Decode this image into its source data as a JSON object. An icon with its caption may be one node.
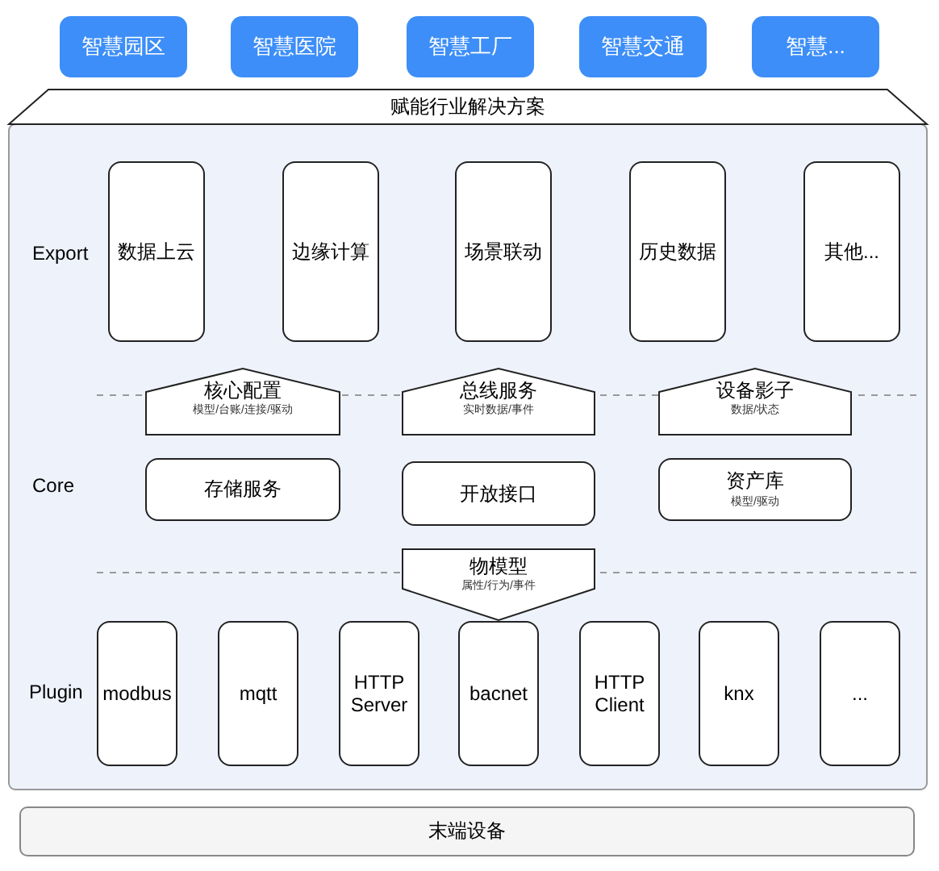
{
  "diagram": {
    "nodes": [
      {
        "text": [
          "智慧园区"
        ]
      },
      {
        "text": [
          "智慧医院"
        ]
      },
      {
        "text": [
          "智慧工厂"
        ]
      },
      {
        "text": [
          "智慧交通"
        ]
      },
      {
        "text": [
          "智慧..."
        ]
      },
      {
        "text": [
          "赋能行业解决方案"
        ]
      },
      {
        "text": [
          "数据上云"
        ],
        "in": 5
      },
      {
        "text": [
          "边缘计算"
        ],
        "in": 5
      },
      {
        "text": [
          "场景联动"
        ],
        "in": 5
      },
      {
        "text": [
          "历史数据"
        ],
        "in": 5
      },
      {
        "text": [
          "其他..."
        ],
        "in": 5
      },
      {
        "text": [
          "核心配置",
          "模型/台账/连接/驱动"
        ],
        "in": 5
      },
      {
        "text": [
          "总线服务",
          "实时数据/事件"
        ],
        "in": 5
      },
      {
        "text": [
          "设备影子",
          "数据/状态"
        ],
        "in": 5
      },
      {
        "text": [
          "存储服务"
        ],
        "in": 5
      },
      {
        "text": [
          "开放接口"
        ],
        "in": 5
      },
      {
        "text": [
          "资产库",
          "模型/驱动"
        ],
        "in": 5
      },
      {
        "text": [
          "物模型",
          "属性/行为/事件"
        ],
        "in": 5
      },
      {
        "text": [
          "modbus"
        ],
        "in": 5
      },
      {
        "text": [
          "mqtt"
        ],
        "in": 5
      },
      {
        "text": [
          "HTTP Server"
        ],
        "in": 5
      },
      {
        "text": [
          "bacnet"
        ],
        "in": 5
      },
      {
        "text": [
          "HTTP Client"
        ],
        "in": 5
      },
      {
        "text": [
          "knx"
        ],
        "in": 5
      },
      {
        "text": [
          "..."
        ],
        "in": 5
      },
      {
        "text": [
          "末端设备"
        ]
      }
    ],
    "edges": [],
    "labels": [
      "Export",
      "Core",
      "Plugin"
    ]
  }
}
